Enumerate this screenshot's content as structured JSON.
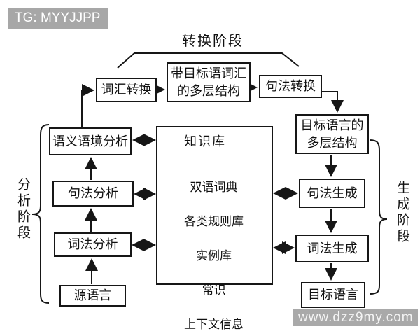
{
  "banner": {
    "text": "TG: MYYJJPP"
  },
  "watermark": {
    "text": "www.dzz9my.com"
  },
  "colors": {
    "line": "#161616",
    "banner_bg": "#a7a7a7",
    "watermark_bg": "#a9a9a9",
    "background": "#ffffff"
  },
  "diagram": {
    "stages": {
      "transfer": "转换阶段",
      "analysis": "分析阶段",
      "generation": "生成阶段"
    },
    "nodes": {
      "lexical_transfer": "词汇转换",
      "target_lexicon_multilayer": "带目标语词汇\n的多层结构",
      "syntactic_transfer": "句法转换",
      "target_language_multilayer": "目标语言的\n多层结构",
      "semantic_context_analysis": "语义语境分析",
      "syntactic_analysis": "句法分析",
      "lexical_analysis": "词法分析",
      "source_language": "源语言",
      "syntactic_generation": "句法生成",
      "lexical_generation": "词法生成",
      "target_language": "目标语言"
    },
    "knowledge": {
      "title": "知识库",
      "items": [
        "双语词典",
        "各类规则库",
        "实例库",
        "常识",
        "上下文信息"
      ]
    }
  }
}
